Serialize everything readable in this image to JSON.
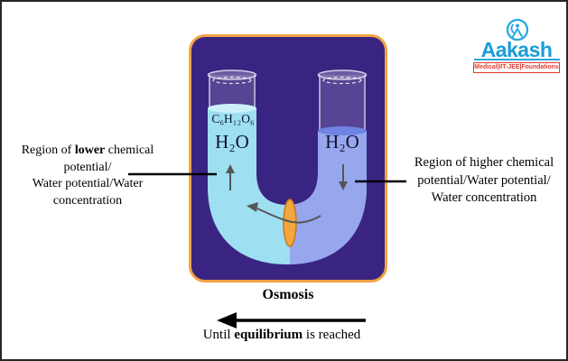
{
  "page": {
    "background": "#ffffff",
    "border_color": "#262626"
  },
  "logo": {
    "brand": "Aakash",
    "tagline": "Medical|IIT-JEE|Foundations",
    "colors": {
      "blue": "#1b9cd8",
      "icon_blue": "#29a9e0",
      "red": "#e23b30"
    }
  },
  "diagram": {
    "title": "Osmosis",
    "panel": {
      "fill": "#3a2482",
      "border": "#f2a444"
    },
    "tubes": {
      "left": {
        "solute": "C₆H₁₂O₆",
        "water": "H₂O",
        "liquid_color": "#9edff2",
        "surface_color": "#ccf1fb"
      },
      "right": {
        "water": "H₂O",
        "liquid_color": "#97a7ee",
        "surface_color": "#6e83e4"
      }
    },
    "membrane_color": "#f4a63e",
    "membrane_border": "#c8791d",
    "arrow_color": "#565656",
    "pointer_color": "#000000",
    "labels": {
      "left": {
        "line1_pre": "Region of ",
        "line1_bold": "lower",
        "line1_post": " chemical",
        "line2": "potential/",
        "line3": "Water potential/Water",
        "line4": "concentration"
      },
      "right": {
        "line1": "Region of higher chemical",
        "line2": "potential/Water potential/",
        "line3": "Water concentration"
      }
    },
    "caption": {
      "pre": "Until ",
      "bold": "equilibrium",
      "post": " is reached"
    }
  }
}
